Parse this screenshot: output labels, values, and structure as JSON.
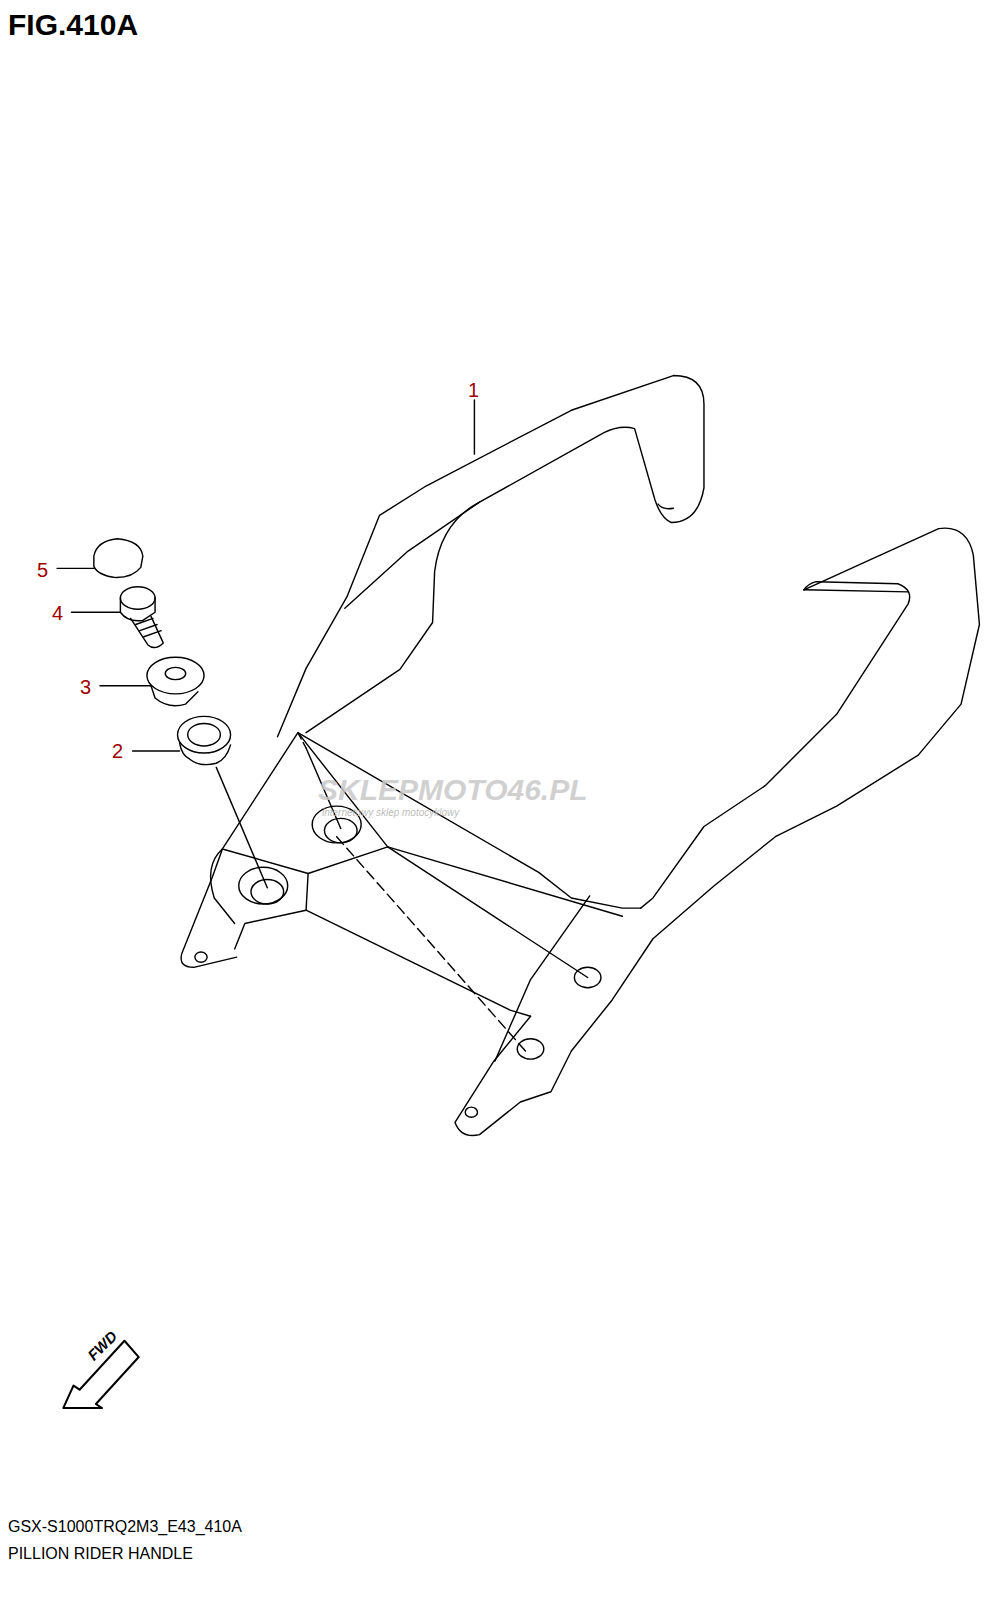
{
  "diagram": {
    "title": "FIG.410A",
    "caption": "PILLION RIDER HANDLE",
    "labels": [
      "1",
      "5",
      "4",
      "3",
      "2",
      "SKLEPMOTO46.PL",
      "internetowy sklep motocyklowy",
      "FWD",
      "GSX-S1000TRQ2M3_E43_410A"
    ]
  }
}
